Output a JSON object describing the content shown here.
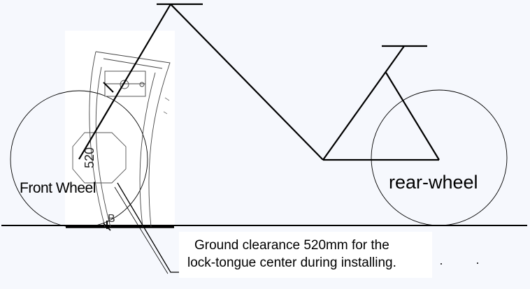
{
  "labels": {
    "front_wheel": "Front Wheel",
    "rear_wheel": "rear-wheel",
    "lock_number": "520",
    "lock_mark": "B",
    "note_line1": "Ground clearance 520mm for the",
    "note_line2": "lock-tongue center during installing."
  },
  "colors": {
    "background": "#f6f8fd",
    "line": "#000000",
    "panel": "#ffffff"
  }
}
